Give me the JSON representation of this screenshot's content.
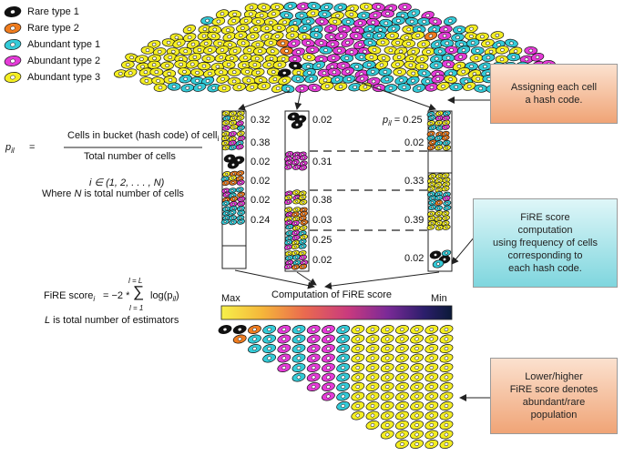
{
  "legend": [
    {
      "label": "Rare type 1",
      "color": "#111111"
    },
    {
      "label": "Rare type 2",
      "color": "#f07c1e"
    },
    {
      "label": "Abundant type 1",
      "color": "#33cbd8"
    },
    {
      "label": "Abundant type 2",
      "color": "#e53bd8"
    },
    {
      "label": "Abundant type 3",
      "color": "#f4ee22"
    }
  ],
  "callouts": {
    "hash": "Assigning each cell\na hash code.",
    "fire": "FiRE score\ncomputation\nusing frequency of cells\ncorresponding to\neach hash code.",
    "lower": "Lower/higher\nFiRE score denotes\nabundant/rare\npopulation"
  },
  "formula": {
    "p_label": "p",
    "p_sub": "il",
    "equals": "=",
    "numerator_main": "Cells in bucket (hash code) of cell",
    "numerator_sub": "i",
    "denominator": "Total number of cells",
    "index_range": "i ∈ (1, 2, . . . , N)",
    "where_prefix": "Where ",
    "where_var": "N",
    "where_suffix": " is total number of cells",
    "score_label": "FiRE score",
    "score_sub": "i",
    "score_rhs": "= −2 *",
    "sum_upper": "l = L",
    "sum_lower": "l = 1",
    "log_term": "log(p",
    "log_sub": "il",
    "log_close": ")",
    "l_var": "L",
    "l_desc": " is total number of estimators"
  },
  "buckets": {
    "col1": [
      "0.32",
      "0.38",
      "0.02",
      "0.02",
      "0.02",
      "0.24"
    ],
    "col2_top": "0.02",
    "col2": [
      "0.31",
      "0.38",
      "0.03",
      "0.25",
      "0.02"
    ],
    "col3_top": "p",
    "col3_top_sub": "il",
    "col3_top_val": " = 0.25",
    "col3": [
      "0.02",
      "0.33",
      "0.39",
      "0.02"
    ]
  },
  "computation_label": "Computation of FiRE score",
  "colorbar": {
    "max_label": "Max",
    "min_label": "Min",
    "colors": [
      "#f6f04a",
      "#f5b53a",
      "#ea6a4f",
      "#c93a7e",
      "#7b2a97",
      "#2c1e6b",
      "#0b1a38"
    ]
  }
}
